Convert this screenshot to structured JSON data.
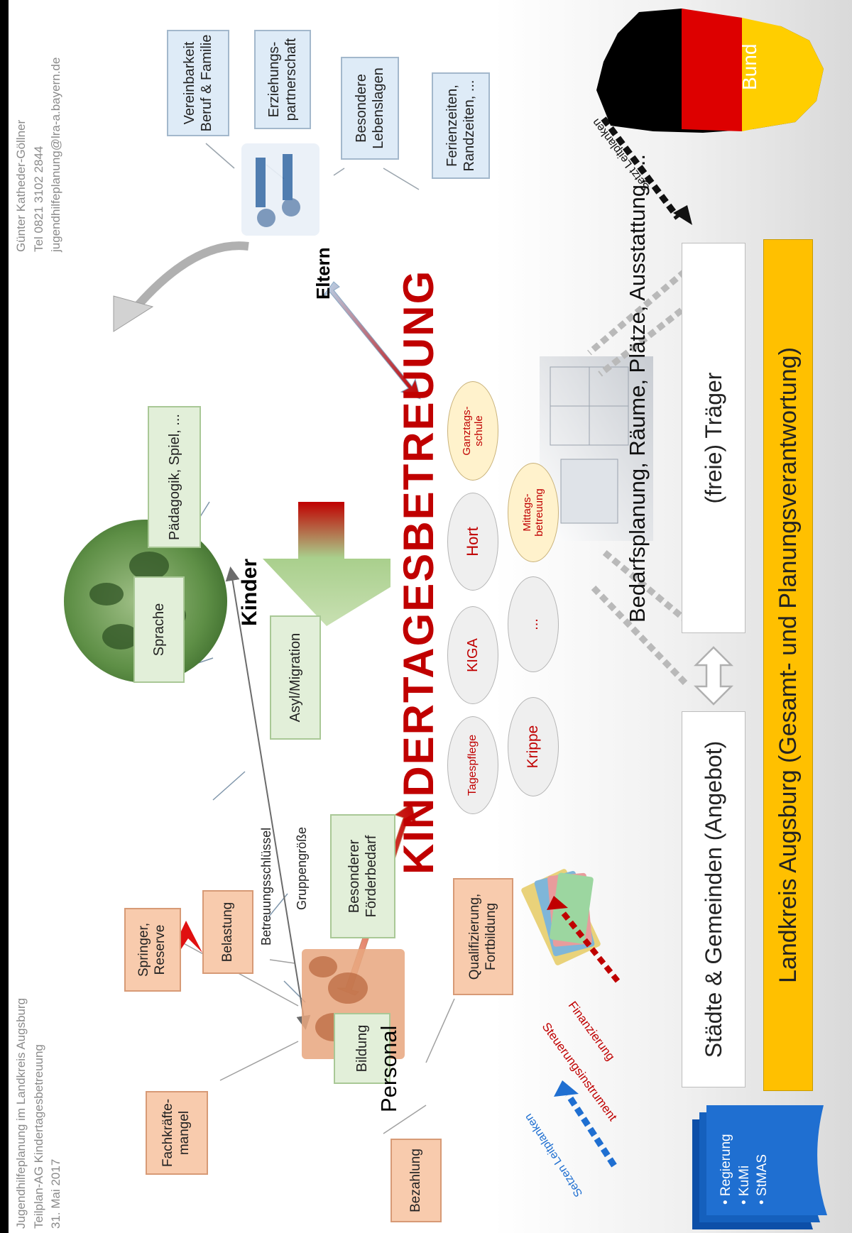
{
  "header_left": {
    "line1": "Jugendhilfeplanung im Landkreis Augsburg",
    "line2": "Teilplan-AG Kindertagesbetreuung",
    "line3": "31. Mai 2017"
  },
  "header_right": {
    "name": "Günter Katheder-Göllner",
    "tel": "Tel 0821 3102 2844",
    "email": "jugendhilfeplanung@lra-a.bayern.de"
  },
  "center_title": "KINDERTAGESBETREUUNG",
  "nodes": {
    "kinder": "Kinder",
    "eltern": "Eltern",
    "personal": "Personal",
    "bund": "Bund"
  },
  "kinder_topics": [
    "Bildung",
    "Besonderer\nFörderbedarf",
    "Asyl/Migration",
    "Sprache",
    "Pädagogik, Spiel, ..."
  ],
  "eltern_topics": [
    "Vereinbarkeit\nBeruf & Familie",
    "Erziehungs-\npartnerschaft",
    "Besondere\nLebenslagen",
    "Ferienzeiten,\nRandzeiten, ..."
  ],
  "personal_topics": [
    "Fachkräfte-\nmangel",
    "Springer,\nReserve",
    "Belastung",
    "Bezahlung",
    "Qualifizierung,\nFortbildung"
  ],
  "betreuungsformen_top": [
    "Tagespflege",
    "KIGA",
    "Hort",
    "Ganztags-\nschule"
  ],
  "betreuungsformen_bottom": [
    "Krippe",
    "...",
    "Mittags-\nbetreuung"
  ],
  "personal_kinder_link": {
    "line1": "Betreuungsschlüssel",
    "line2": "Gruppengröße"
  },
  "bedarfsplanung": "Bedarfsplanung, Räume, Plätze, Ausstattung, ...",
  "staedte": "Städte & Gemeinden (Angebot)",
  "traeger": "(freie) Träger",
  "landkreis": "Landkreis Augsburg (Gesamt-  und Planungsverantwortung)",
  "finanzierung": {
    "line1": "Steuerungsinstrument",
    "line2": "Finanzierung"
  },
  "setzen_leitplanken": "Setzen Leitplanken",
  "setzt_leitplanken": "Setzt Leitplanken",
  "regierung": [
    "Regierung",
    "KuMi",
    "StMAS"
  ],
  "colors": {
    "title_red": "#c00000",
    "green_box": "#e2efd9",
    "blue_box": "#deebf7",
    "orange_box": "#f8cbad",
    "landkreis_bar": "#ffc000",
    "regierung_blue": "#1f6fd1",
    "flag_black": "#000000",
    "flag_red": "#dd0000",
    "flag_gold": "#ffce00"
  }
}
